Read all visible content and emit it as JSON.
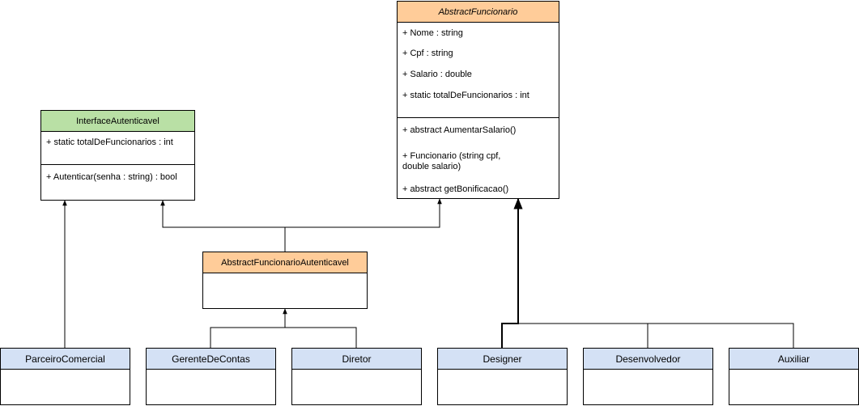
{
  "classes": {
    "abstract_funcionario": {
      "name": "AbstractFuncionario",
      "attributes": [
        "+ Nome : string",
        "+ Cpf : string",
        "+ Salario : double",
        "+ static totalDeFuncionarios : int"
      ],
      "methods": [
        "+ abstract AumentarSalario()",
        "+ Funcionario (string cpf,\ndouble salario)",
        "+ abstract getBonificacao()"
      ]
    },
    "interface_autenticavel": {
      "name": "InterfaceAutenticavel",
      "attributes": [
        "+ static totalDeFuncionarios : int"
      ],
      "methods": [
        "+ Autenticar(senha : string) : bool"
      ]
    },
    "abstract_funcionario_autenticavel": {
      "name": "AbstractFuncionarioAutenticavel"
    },
    "parceiro_comercial": {
      "name": "ParceiroComercial"
    },
    "gerente_de_contas": {
      "name": "GerenteDeContas"
    },
    "diretor": {
      "name": "Diretor"
    },
    "designer": {
      "name": "Designer"
    },
    "desenvolvedor": {
      "name": "Desenvolvedor"
    },
    "auxiliar": {
      "name": "Auxiliar"
    }
  },
  "colors": {
    "abstract_header": "#ffcc99",
    "interface_header": "#b9e0a5",
    "concrete_header": "#d4e1f5",
    "line": "#000000"
  }
}
